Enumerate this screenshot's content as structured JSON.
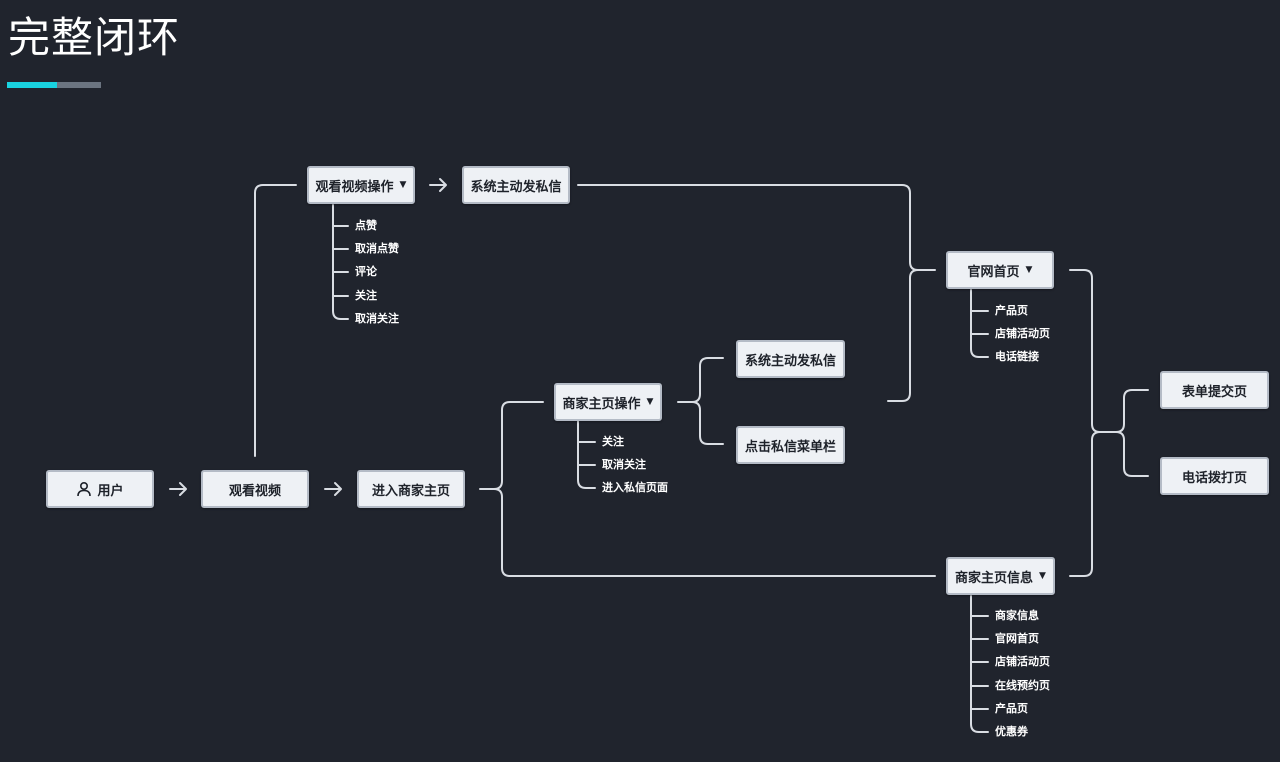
{
  "page": {
    "title": "完整闭环"
  },
  "nodes": {
    "user": "用户",
    "watch_video": "观看视频",
    "watch_video_ops": "观看视频操作",
    "system_dm_1": "系统主动发私信",
    "enter_merchant_home": "进入商家主页",
    "merchant_home_ops": "商家主页操作",
    "system_dm_2": "系统主动发私信",
    "click_dm_menu": "点击私信菜单栏",
    "official_home": "官网首页",
    "merchant_home_info": "商家主页信息",
    "form_submit_page": "表单提交页",
    "phone_dial_page": "电话拨打页"
  },
  "watch_ops_items": [
    "点赞",
    "取消点赞",
    "评论",
    "关注",
    "取消关注"
  ],
  "merchant_ops_items": [
    "关注",
    "取消关注",
    "进入私信页面"
  ],
  "official_home_items": [
    "产品页",
    "店铺活动页",
    "电话链接"
  ],
  "merchant_info_items": [
    "商家信息",
    "官网首页",
    "店铺活动页",
    "在线预约页",
    "产品页",
    "优惠券"
  ],
  "icons": {
    "user": "user-icon",
    "caret": "caret-down-icon",
    "arrow": "arrow-right-icon"
  },
  "colors": {
    "background": "#20242d",
    "accent": "#19d3e0",
    "line": "#d9dde3",
    "node_fill": "#eef1f5"
  }
}
